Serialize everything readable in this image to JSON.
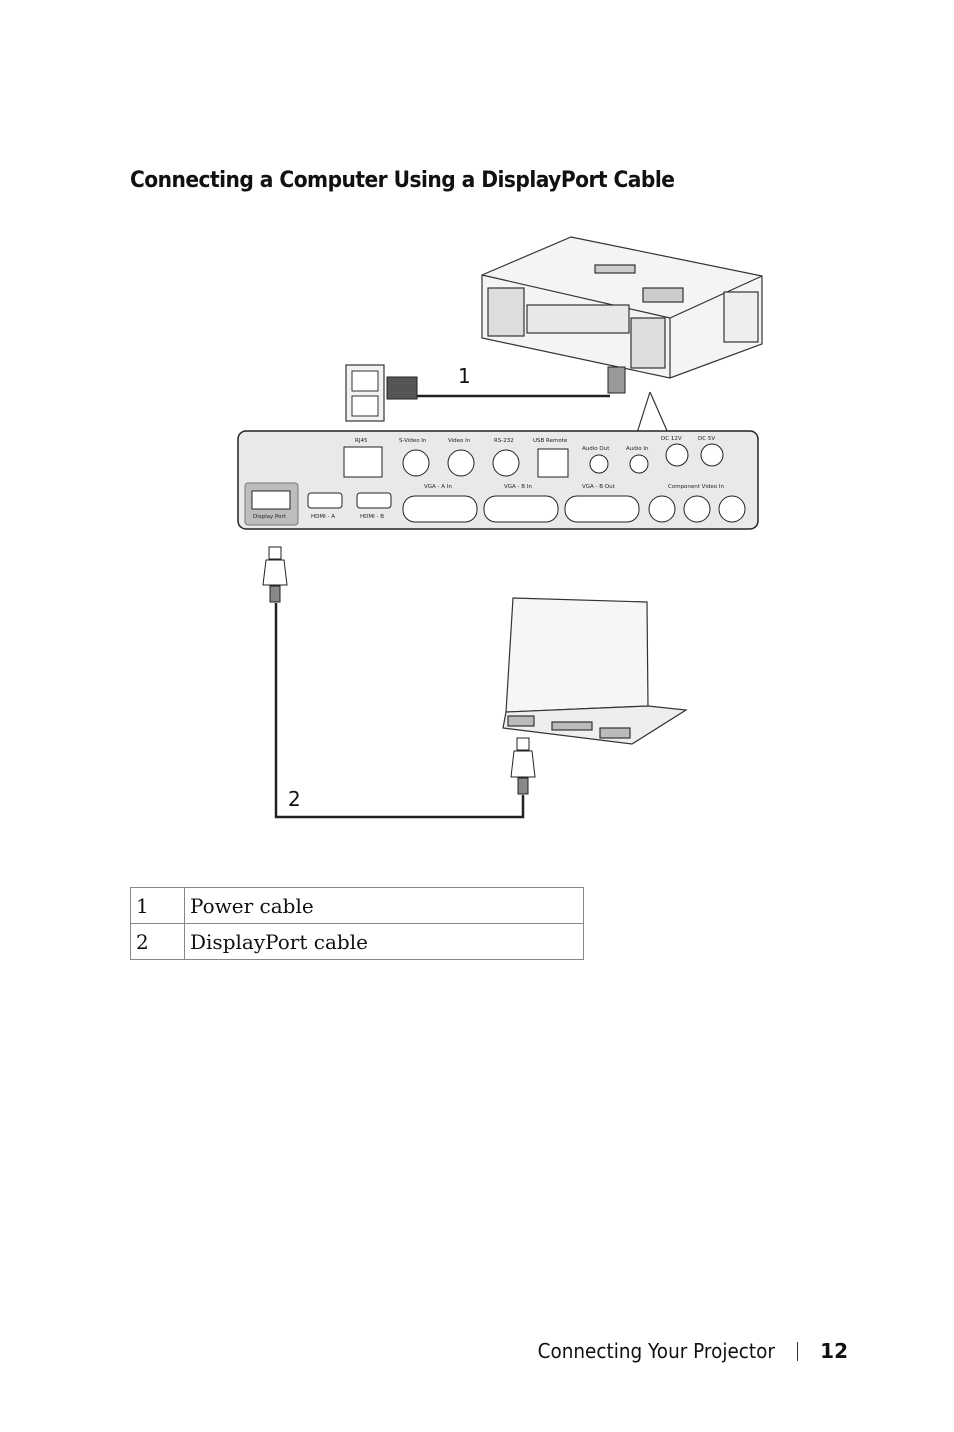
{
  "heading": "Connecting a Computer Using a DisplayPort Cable",
  "diagram": {
    "callouts": [
      "1",
      "2"
    ],
    "port_labels": [
      "RJ45",
      "S-Video In",
      "Video In",
      "RS-232",
      "USB Remote",
      "Audio Out",
      "Audio In",
      "DC 12V",
      "DC 5V",
      "Display Port",
      "HDMI - A",
      "HDMI - B",
      "VGA - A In",
      "VGA - B In",
      "VGA - B Out",
      "Component Video In"
    ]
  },
  "legend": [
    {
      "number": "1",
      "description": "Power cable"
    },
    {
      "number": "2",
      "description": "DisplayPort cable"
    }
  ],
  "footer": {
    "section": "Connecting Your Projector",
    "page": "12"
  }
}
